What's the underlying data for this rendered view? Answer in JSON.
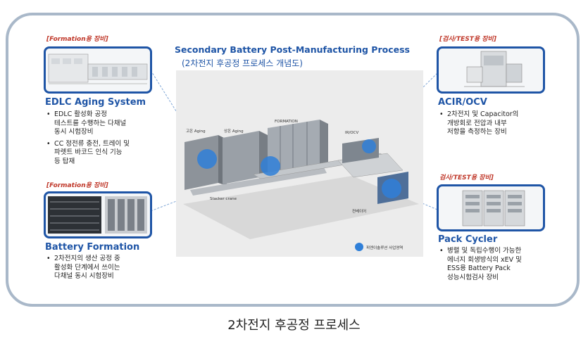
{
  "diagram": {
    "title": "Secondary Battery Post-Manufacturing Process",
    "subtitle": "(2차전지 후공정 프로세스 개념도)",
    "caption": "2차전지 후공정 프로세스",
    "plant_labels": {
      "aging_high": "고온 Aging",
      "aging_normal": "상온 Aging",
      "formation": "FORMATION",
      "ir_ocv": "IR/OCV",
      "stacker_crane": "Stacker crane",
      "conveyor": "컨베이어"
    },
    "legend": "피엔이솔루션 사업영역",
    "colors": {
      "accent": "#1f55a6",
      "tag": "#c0392b",
      "frame": "#a9b8c9",
      "highlight": "#2f7fd8"
    },
    "panels": [
      {
        "tag": "[Formation용 장비]",
        "heading": "EDLC Aging System",
        "bullets": [
          "EDLC 활성화 공정\n테스트를 수행하는 다채널\n동시 시험장비",
          "CC 정전류 충전, 트레이 및\n파렛트 바코드 인식 기능\n등 탑재"
        ]
      },
      {
        "tag": "[Formation용 장비]",
        "heading": "Battery Formation",
        "bullets": [
          "2차전지의 생산 공정 중\n활성화 단계에서 쓰이는\n다채널 동시 시험장비"
        ]
      },
      {
        "tag": "[검사/TEST용 장비]",
        "heading": "ACIR/OCV",
        "bullets": [
          "2차전지 및 Capacitor의\n개방회로 전압과 내부\n저항을 측정하는 장비"
        ]
      },
      {
        "tag": "검사/TEST용 장비]",
        "heading": "Pack Cycler",
        "bullets": [
          "병렬 및 독립수행이 가능한\n에너지 회생방식의 xEV 및\nESS용 Battery Pack\n성능시험검사 장비"
        ]
      }
    ]
  }
}
